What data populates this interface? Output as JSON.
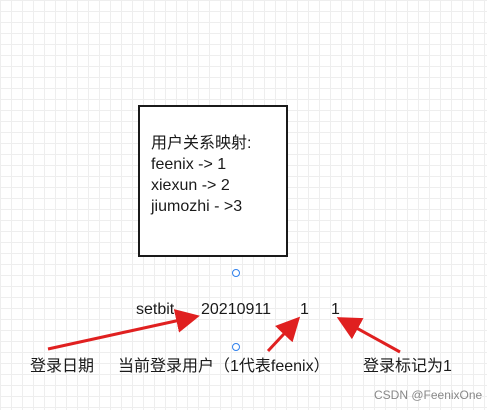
{
  "mapping_box": {
    "lines": [
      "用户关系映射:",
      "feenix -> 1",
      "xiexun -> 2",
      "jiumozhi - >3"
    ]
  },
  "command": {
    "keyword": "setbit",
    "date": "20210911",
    "offset": "1",
    "value": "1"
  },
  "annotations": {
    "date_note": "登录日期",
    "user_note": "当前登录用户（1代表feenix）",
    "flag_note": "登录标记为1"
  },
  "watermark": "CSDN @FeenixOne",
  "colors": {
    "arrow": "#e02020",
    "box_border": "#1a1a1a",
    "handle": "#2f80ed",
    "grid": "#eeeeee"
  }
}
